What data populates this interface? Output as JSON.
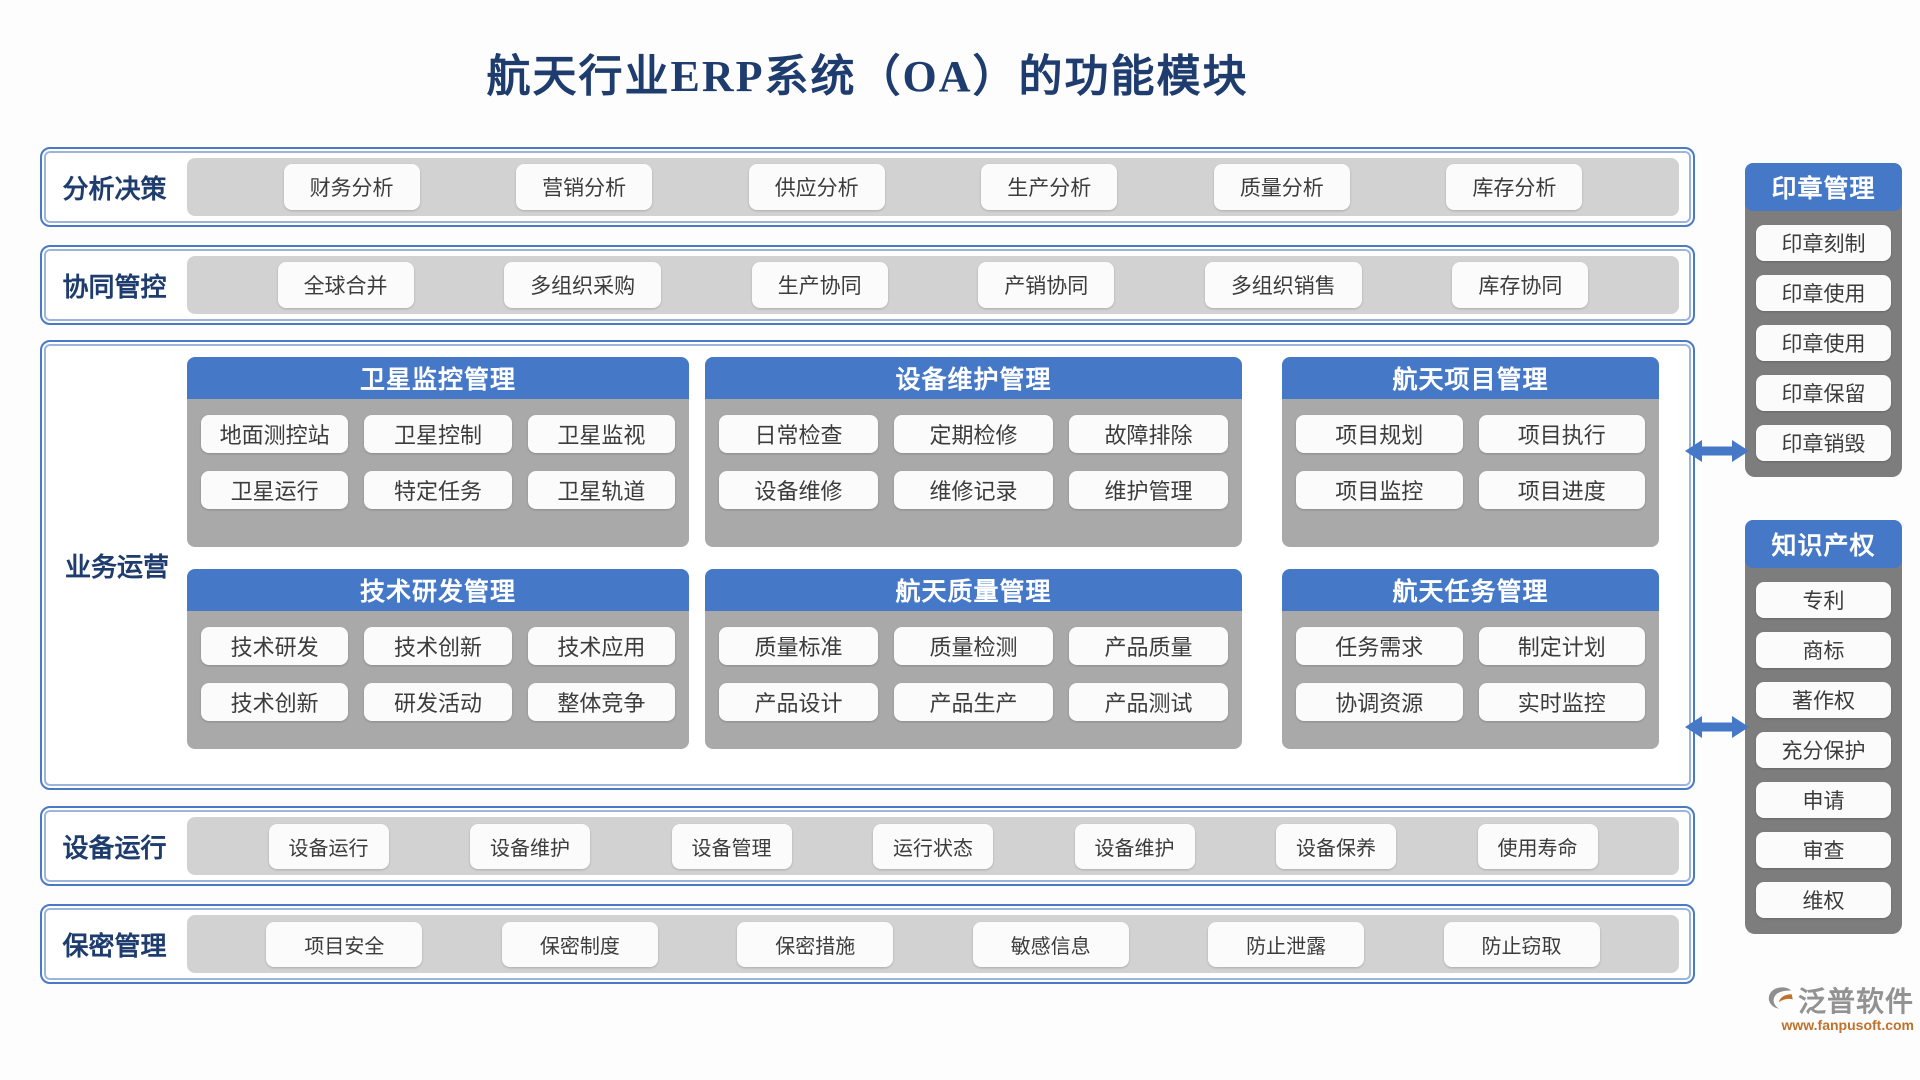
{
  "title": "航天行业ERP系统（OA）的功能模块",
  "bands": [
    {
      "label": "分析决策",
      "items": [
        "财务分析",
        "营销分析",
        "供应分析",
        "生产分析",
        "质量分析",
        "库存分析"
      ]
    },
    {
      "label": "协同管控",
      "items": [
        "全球合并",
        "多组织采购",
        "生产协同",
        "产销协同",
        "多组织销售",
        "库存协同"
      ]
    },
    {
      "label": "设备运行",
      "items": [
        "设备运行",
        "设备维护",
        "设备管理",
        "运行状态",
        "设备维护",
        "设备保养",
        "使用寿命"
      ]
    },
    {
      "label": "保密管理",
      "items": [
        "项目安全",
        "保密制度",
        "保密措施",
        "敏感信息",
        "防止泄露",
        "防止窃取"
      ]
    }
  ],
  "business": {
    "label": "业务运营",
    "blocks": [
      {
        "title": "卫星监控管理",
        "items": [
          "地面测控站",
          "卫星控制",
          "卫星监视",
          "卫星运行",
          "特定任务",
          "卫星轨道"
        ]
      },
      {
        "title": "设备维护管理",
        "items": [
          "日常检查",
          "定期检修",
          "故障排除",
          "设备维修",
          "维修记录",
          "维护管理"
        ]
      },
      {
        "title": "航天项目管理",
        "items": [
          "项目规划",
          "项目执行",
          "项目监控",
          "项目进度"
        ]
      },
      {
        "title": "技术研发管理",
        "items": [
          "技术研发",
          "技术创新",
          "技术应用",
          "技术创新",
          "研发活动",
          "整体竞争"
        ]
      },
      {
        "title": "航天质量管理",
        "items": [
          "质量标准",
          "质量检测",
          "产品质量",
          "产品设计",
          "产品生产",
          "产品测试"
        ]
      },
      {
        "title": "航天任务管理",
        "items": [
          "任务需求",
          "制定计划",
          "协调资源",
          "实时监控"
        ]
      }
    ]
  },
  "sidebar": [
    {
      "title": "印章管理",
      "items": [
        "印章刻制",
        "印章使用",
        "印章使用",
        "印章保留",
        "印章销毁"
      ]
    },
    {
      "title": "知识产权",
      "items": [
        "专利",
        "商标",
        "著作权",
        "充分保护",
        "申请",
        "审查",
        "维权"
      ]
    }
  ],
  "logo": {
    "icon": "swoosh-icon",
    "name": "泛普软件",
    "url": "www.fanpusoft.com"
  },
  "colors": {
    "accent_blue": "#4678c8",
    "navy_text": "#1e3c6e",
    "strip_gray": "#d2d2d2",
    "block_gray": "#a9a9a9",
    "sidebar_gray": "#7d7d7d",
    "logo_orange": "#c0712c",
    "logo_gray": "#929292"
  }
}
